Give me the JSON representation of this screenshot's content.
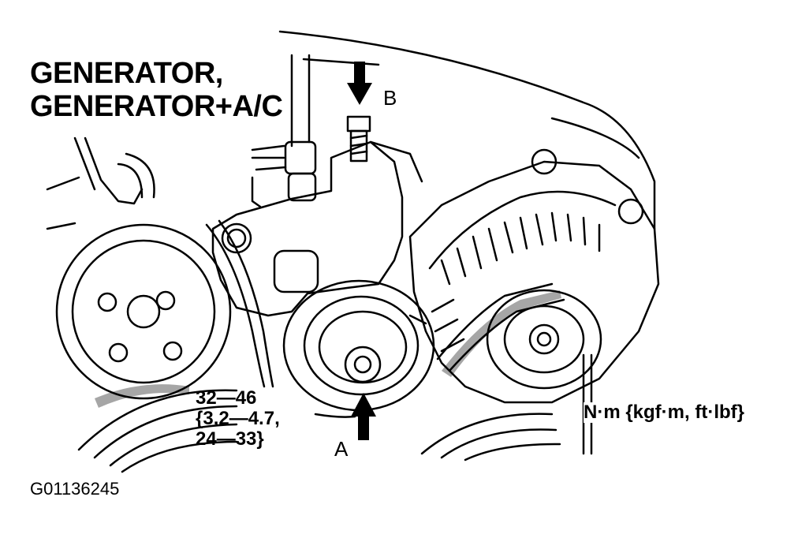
{
  "title": {
    "line1": "GENERATOR,",
    "line2": "GENERATOR+A/C"
  },
  "callouts": {
    "a": "A",
    "b": "B"
  },
  "torque": {
    "line1": "32—46",
    "line2": "{3.2—4.7,",
    "line3": "24—33}"
  },
  "units": "N·m {kgf·m, ft·lbf}",
  "figure_id": "G01136245",
  "colors": {
    "ink": "#000000",
    "paper": "#ffffff"
  }
}
